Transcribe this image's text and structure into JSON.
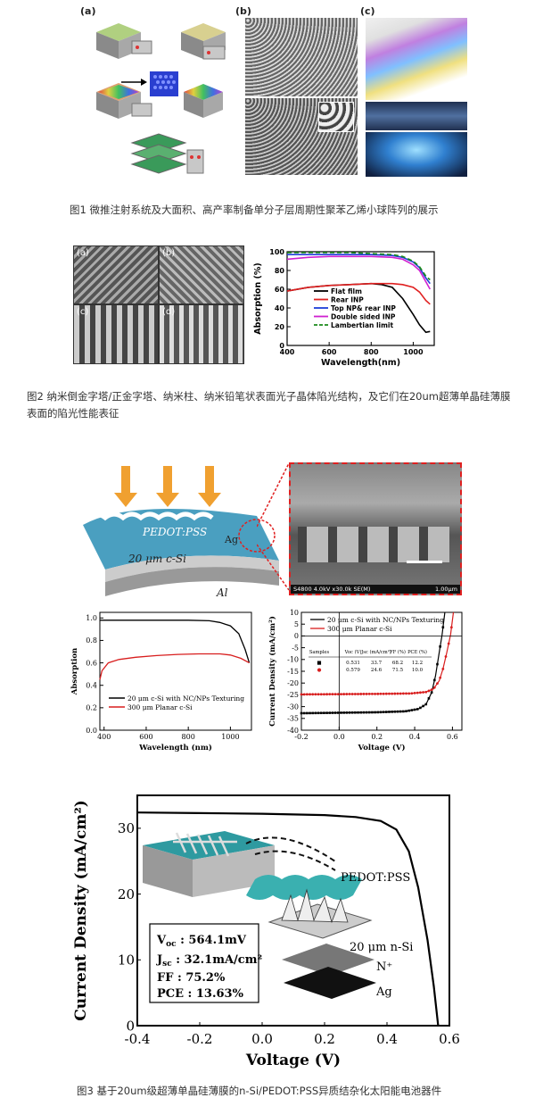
{
  "fig1": {
    "panel_a": "(a)",
    "panel_b": "(b)",
    "panel_c": "(c)",
    "caption": "图1 微推注射系统及大面积、高产率制备单分子层周期性聚苯乙烯小球阵列的展示"
  },
  "fig2": {
    "panels": [
      "(a)",
      "(b)",
      "(c)",
      "(d)"
    ],
    "caption_line1": "图2 纳米倒金字塔/正金字塔、纳米柱、纳米铅笔状表面光子晶体陷光结构，及它们在20um超薄单晶硅薄膜",
    "caption_line2": "表面的陷光性能表征",
    "chart_data": {
      "type": "line",
      "xlabel": "Wavelength(nm)",
      "ylabel": "Absorption (%)",
      "xlim": [
        400,
        1100
      ],
      "ylim": [
        0,
        100
      ],
      "xticks": [
        400,
        600,
        800,
        1000
      ],
      "yticks": [
        0,
        20,
        40,
        60,
        80,
        100
      ],
      "series": [
        {
          "name": "Flat film",
          "color": "#000000",
          "dash": false,
          "x": [
            400,
            500,
            600,
            700,
            800,
            850,
            900,
            950,
            1000,
            1030,
            1060,
            1080
          ],
          "y": [
            58,
            62,
            64,
            65,
            66,
            65,
            62,
            50,
            33,
            22,
            14,
            15
          ]
        },
        {
          "name": "Rear INP",
          "color": "#e02020",
          "dash": false,
          "x": [
            400,
            500,
            600,
            700,
            800,
            900,
            950,
            1000,
            1030,
            1060,
            1080
          ],
          "y": [
            58,
            62,
            64,
            65,
            66,
            66,
            65,
            62,
            57,
            48,
            44
          ]
        },
        {
          "name": "Top NP& rear INP",
          "color": "#1f3fd8",
          "dash": false,
          "x": [
            400,
            500,
            600,
            700,
            800,
            900,
            950,
            1000,
            1030,
            1060,
            1080
          ],
          "y": [
            97,
            97,
            97,
            97,
            97,
            96,
            94,
            89,
            83,
            72,
            66
          ]
        },
        {
          "name": "Double sided INP",
          "color": "#d020d0",
          "dash": false,
          "x": [
            400,
            500,
            600,
            700,
            800,
            900,
            950,
            1000,
            1030,
            1060,
            1080
          ],
          "y": [
            92,
            94,
            95,
            95,
            95,
            94,
            92,
            86,
            80,
            68,
            60
          ]
        },
        {
          "name": "Lambertian limit",
          "color": "#1a8a1a",
          "dash": true,
          "x": [
            400,
            500,
            600,
            700,
            800,
            900,
            950,
            1000,
            1030,
            1060,
            1080
          ],
          "y": [
            99,
            99,
            99,
            99,
            98,
            97,
            95,
            90,
            84,
            74,
            70
          ]
        }
      ]
    }
  },
  "fig3": {
    "schematic_labels": {
      "pedot": "PEDOT:PSS",
      "ag": "Ag",
      "si": "20 μm c-Si",
      "al": "Al"
    },
    "sem_footer": {
      "left": "S4800 4.0kV x30.0k SE(M)",
      "right": "1.00μm"
    },
    "abs_chart": {
      "type": "line",
      "xlabel": "Wavelength (nm)",
      "ylabel": "Absorption",
      "xlim": [
        380,
        1100
      ],
      "ylim": [
        0,
        1.05
      ],
      "xticks": [
        400,
        600,
        800,
        1000
      ],
      "yticks": [
        0.0,
        0.2,
        0.4,
        0.6,
        0.8,
        1.0
      ],
      "series": [
        {
          "name": "20 μm c-Si with NC/NPs Texturing",
          "color": "#000000",
          "x": [
            380,
            400,
            500,
            600,
            700,
            800,
            900,
            950,
            1000,
            1040,
            1070,
            1090
          ],
          "y": [
            0.98,
            0.98,
            0.98,
            0.98,
            0.98,
            0.98,
            0.975,
            0.96,
            0.93,
            0.86,
            0.72,
            0.6
          ]
        },
        {
          "name": "300 μm Planar c-Si",
          "color": "#d81e1e",
          "x": [
            380,
            390,
            420,
            470,
            550,
            650,
            750,
            850,
            950,
            1000,
            1050,
            1090
          ],
          "y": [
            0.45,
            0.53,
            0.6,
            0.63,
            0.65,
            0.665,
            0.675,
            0.68,
            0.68,
            0.67,
            0.64,
            0.6
          ]
        }
      ]
    },
    "jv_chart": {
      "type": "line",
      "xlabel": "Voltage (V)",
      "ylabel": "Current Density (mA/cm²)",
      "xlim": [
        -0.2,
        0.65
      ],
      "ylim": [
        -40,
        10
      ],
      "xticks": [
        -0.2,
        0.0,
        0.2,
        0.4,
        0.6
      ],
      "yticks": [
        -40,
        -35,
        -30,
        -25,
        -20,
        -15,
        -10,
        -5,
        0,
        5,
        10
      ],
      "series": [
        {
          "name": "20 μm c-Si with NC/NPs Texturing",
          "color": "#000000",
          "x": [
            -0.2,
            0.0,
            0.2,
            0.35,
            0.42,
            0.46,
            0.49,
            0.51,
            0.53,
            0.545,
            0.56
          ],
          "y": [
            -32.8,
            -32.6,
            -32.4,
            -32.0,
            -31.0,
            -29.0,
            -24.0,
            -17.0,
            -7.0,
            0.5,
            10.0
          ]
        },
        {
          "name": "300 μm Planar c-Si",
          "color": "#d81e1e",
          "x": [
            -0.2,
            0.0,
            0.2,
            0.38,
            0.46,
            0.5,
            0.53,
            0.55,
            0.57,
            0.59,
            0.605
          ],
          "y": [
            -24.8,
            -24.7,
            -24.6,
            -24.4,
            -23.8,
            -22.5,
            -19.0,
            -14.0,
            -7.0,
            0.5,
            10.0
          ]
        }
      ],
      "table": {
        "headers": [
          "Samples",
          "Voc (V)",
          "Jsc (mA/cm²)",
          "FF (%)",
          "PCE (%)"
        ],
        "rows": [
          [
            "■",
            "0.531",
            "33.7",
            "68.2",
            "12.2"
          ],
          [
            "●",
            "0.579",
            "24.6",
            "71.5",
            "10.0"
          ]
        ]
      }
    },
    "big_chart": {
      "type": "line",
      "xlabel": "Voltage (V)",
      "ylabel": "Current Density (mA/cm²)",
      "xlim": [
        -0.4,
        0.6
      ],
      "ylim": [
        0,
        35
      ],
      "xticks": [
        -0.4,
        -0.2,
        0.0,
        0.2,
        0.4,
        0.6
      ],
      "yticks": [
        0,
        10,
        20,
        30
      ],
      "series": [
        {
          "name": "J-V",
          "color": "#000000",
          "x": [
            -0.4,
            -0.2,
            0.0,
            0.2,
            0.3,
            0.38,
            0.43,
            0.47,
            0.5,
            0.53,
            0.55,
            0.564
          ],
          "y": [
            32.4,
            32.3,
            32.2,
            32.0,
            31.7,
            31.1,
            29.8,
            26.5,
            21.0,
            13.0,
            6.0,
            0.0
          ]
        }
      ],
      "legend": {
        "voc": "V",
        "voc_sub": "oc",
        "voc_val": ": 564.1mV",
        "jsc": "J",
        "jsc_sub": "sc",
        "jsc_val": ": 32.1mA/cm²",
        "ff": "FF",
        "ff_val": ": 75.2%",
        "pce": "PCE",
        "pce_val": ": 13.63%"
      },
      "labels": {
        "pedot": "PEDOT:PSS",
        "nsi": "20 μm n-Si",
        "nplus": "N⁺",
        "ag": "Ag"
      }
    },
    "caption": "图3 基于20um级超薄单晶硅薄膜的n-Si/PEDOT:PSS异质结杂化太阳能电池器件"
  }
}
